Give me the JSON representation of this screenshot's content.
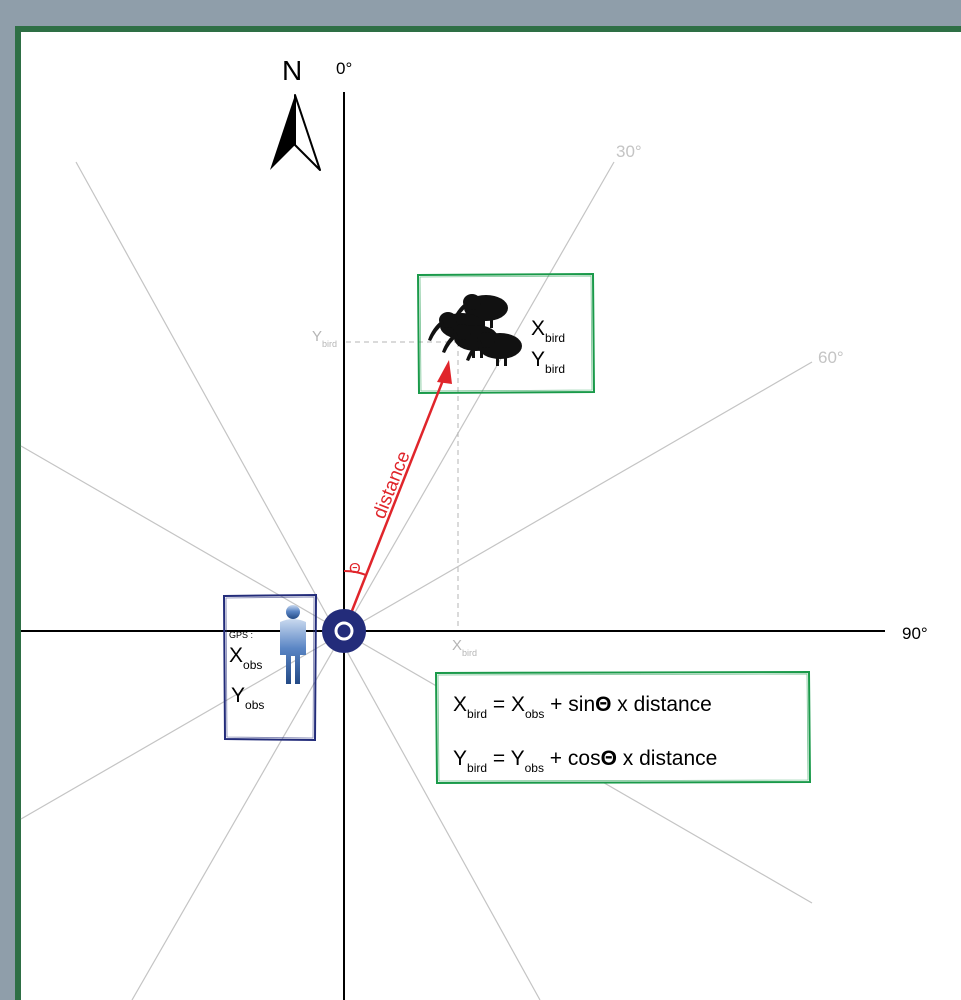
{
  "north_label": "N",
  "angles": {
    "deg0": "0°",
    "deg30": "30°",
    "deg60": "60°",
    "deg90": "90°"
  },
  "observer": {
    "gps_label": "GPS :",
    "x_main": "X",
    "x_sub": "obs",
    "y_main": "Y",
    "y_sub": "obs"
  },
  "bird": {
    "x_main": "X",
    "x_sub": "bird",
    "y_main": "Y",
    "y_sub": "bird"
  },
  "axis_markers": {
    "y_main": "Y",
    "y_sub": "bird",
    "x_main": "X",
    "x_sub": "bird"
  },
  "vector": {
    "distance_label": "distance",
    "theta_label": "Θ"
  },
  "formulas": {
    "line1": {
      "lhs_main": "X",
      "lhs_sub": "bird",
      "eq": " = ",
      "rhs_main": "X",
      "rhs_sub": "obs",
      "rest": " + sin",
      "theta": "Θ",
      "tail": " x distance"
    },
    "line2": {
      "lhs_main": "Y",
      "lhs_sub": "bird",
      "eq": " = ",
      "rhs_main": "Y",
      "rhs_sub": "obs",
      "rest": " + cos",
      "theta": "Θ",
      "tail": " x distance"
    }
  },
  "colors": {
    "background": "#8f9eaa",
    "frame": "#2e6f45",
    "observer_box": "#232c7a",
    "bird_box": "#1a9a4a",
    "distance_vector": "#e0252b",
    "ray": "#c4c4c4",
    "axis": "#000000"
  }
}
